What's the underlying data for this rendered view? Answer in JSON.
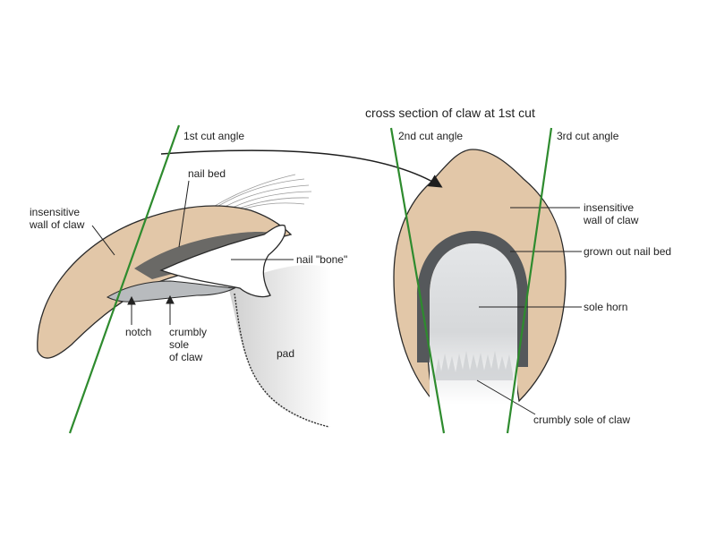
{
  "diagram": {
    "title": "cross section of claw at 1st cut",
    "cut_labels": {
      "first": "1st cut angle",
      "second": "2nd cut angle",
      "third": "3rd cut angle"
    },
    "side_view_labels": {
      "insensitive_wall": "insensitive\nwall of claw",
      "nail_bed": "nail bed",
      "nail_bone": "nail \"bone\"",
      "notch": "notch",
      "crumbly_sole": "crumbly\nsole\nof claw",
      "pad": "pad"
    },
    "cross_section_labels": {
      "insensitive_wall": "insensitive\nwall of claw",
      "grown_out_nail_bed": "grown out nail bed",
      "sole_horn": "sole horn",
      "crumbly_sole": "crumbly sole of claw"
    }
  },
  "colors": {
    "claw_wall": "#e2c7a8",
    "nail_bed": "#55585b",
    "sole_light": "#e4e6e8",
    "sole_dark": "#b8bbbe",
    "cut_line": "#2e8b2e",
    "outline": "#2a2a2a"
  }
}
